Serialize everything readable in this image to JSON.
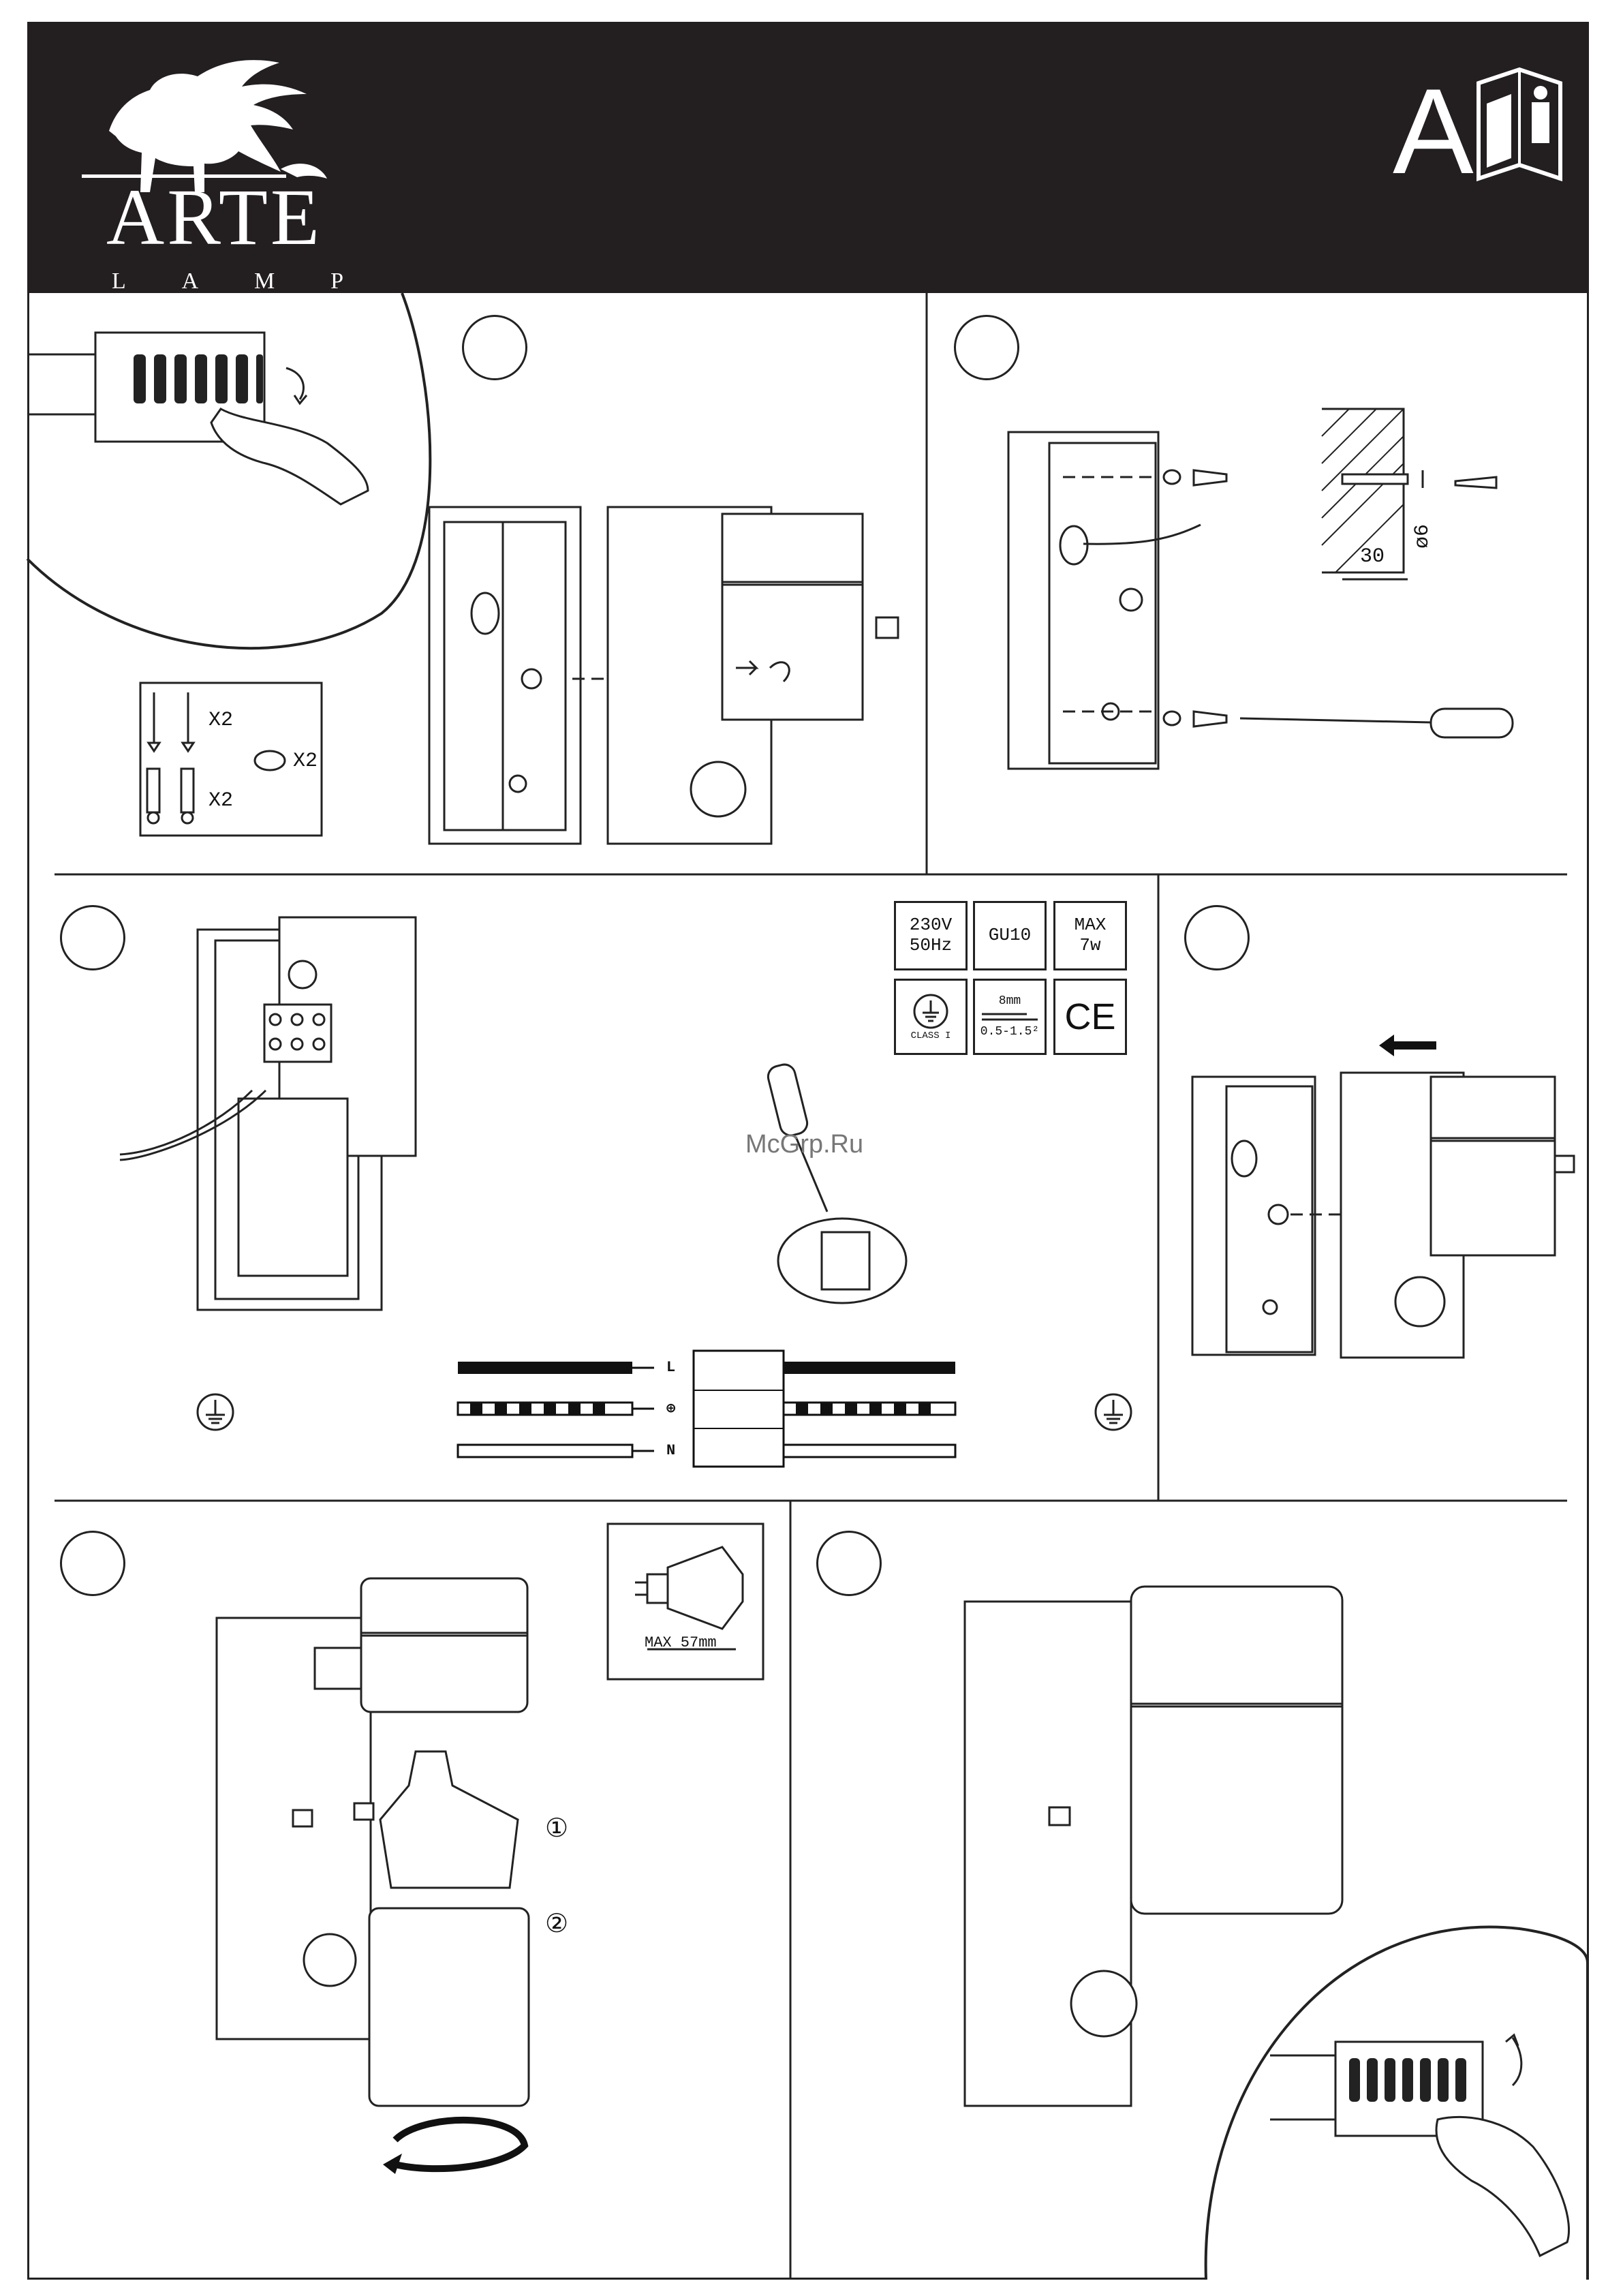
{
  "header": {
    "brand_name": "ARTE",
    "brand_sub": [
      "L",
      "A",
      "M",
      "P"
    ],
    "manual_letter": "A",
    "info_icon": "manual-info-icon"
  },
  "step1": {
    "kit_labels": {
      "screws": "X2",
      "gasket": "X2",
      "anchors": "X2"
    }
  },
  "step2": {
    "dim_depth": "30",
    "dim_diameter": "ø6"
  },
  "specs": {
    "voltage_line1": "230V",
    "voltage_line2": "50Hz",
    "socket": "GU10",
    "power_line1": "MAX",
    "power_line2": "7w",
    "class_label": "CLASS I",
    "strip_length": "8mm",
    "wire_section": "0.5-1.5²",
    "ce_mark": "CE"
  },
  "wiring": {
    "labels": [
      "L",
      "⊕",
      "N"
    ]
  },
  "watermark": "McGrp.Ru",
  "step5": {
    "bulb_max": "MAX 57mm",
    "step_one": "①",
    "step_two": "②"
  },
  "colors": {
    "header_bg": "#231f20",
    "line": "#222222"
  }
}
